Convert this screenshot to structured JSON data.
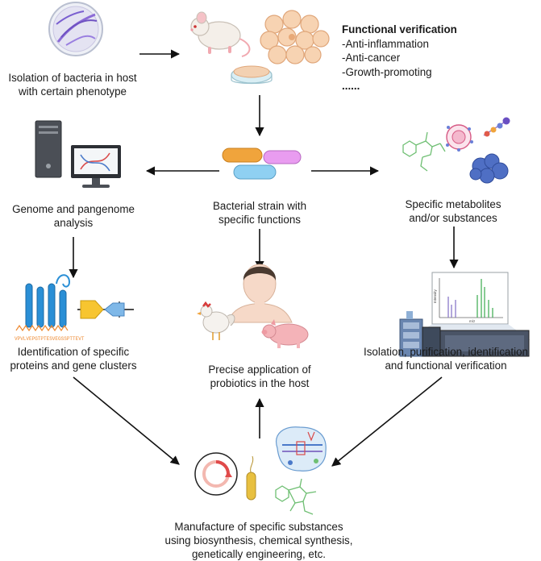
{
  "isolation_label": "Isolation of bacteria in host\nwith certain phenotype",
  "functional_verification": {
    "title": "Functional verification",
    "items": [
      "-Anti-inflammation",
      "-Anti-cancer",
      "-Growth-promoting",
      "......"
    ]
  },
  "strain_label": "Bacterial strain with\nspecific functions",
  "genome_label": "Genome and pangenome\nanalysis",
  "metabolites_label": "Specific metabolites\nand/or substances",
  "proteins_label": "Identification of specific\nproteins and gene clusters",
  "probiotics_label": "Precise application of\nprobiotics in the host",
  "purification_label": "Isolation, purification, identification\nand functional verification",
  "manufacture_label": "Manufacture of specific substances\nusing biosynthesis, chemical synthesis,\ngenetically engineering, etc.",
  "peptide_sequence": "VPVLVEPGTPTESVEGSSPTTEVT",
  "spectrum_axis": {
    "ylabel": "Intensity",
    "xlabel": "m/z"
  },
  "colors": {
    "arrow": "#111111",
    "plate": "#8b6bd6",
    "cells": "#f2c7a0",
    "bac_orange": "#f0a43c",
    "bac_pink": "#e99cf0",
    "bac_blue": "#8fd0f2",
    "protein": "#2a8fd6",
    "gene_yellow": "#f7c530",
    "gene_blue": "#7fb8e8",
    "chem": "#6fbf73",
    "spectrum_green": "#47b05a",
    "plasmid": "#e04a4a"
  }
}
